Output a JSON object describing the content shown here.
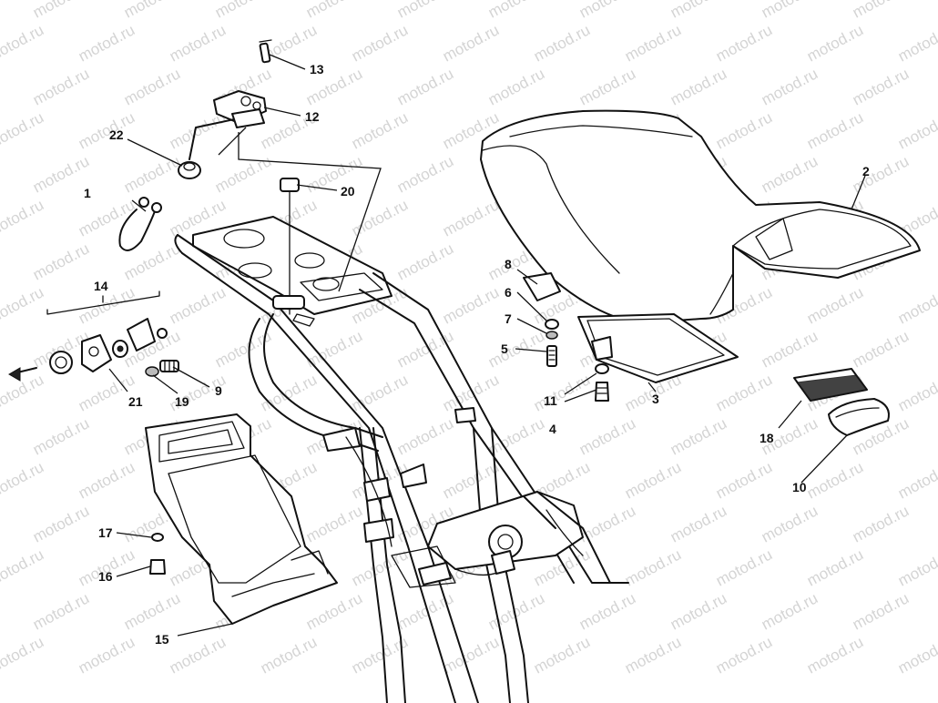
{
  "watermark": "motod.ru",
  "callouts": [
    {
      "id": "c1",
      "label": "1"
    },
    {
      "id": "c2",
      "label": "2"
    },
    {
      "id": "c3",
      "label": "3"
    },
    {
      "id": "c4",
      "label": "4"
    },
    {
      "id": "c5",
      "label": "5"
    },
    {
      "id": "c6",
      "label": "6"
    },
    {
      "id": "c7",
      "label": "7"
    },
    {
      "id": "c8",
      "label": "8"
    },
    {
      "id": "c9",
      "label": "9"
    },
    {
      "id": "c10",
      "label": "10"
    },
    {
      "id": "c11",
      "label": "11"
    },
    {
      "id": "c12",
      "label": "12"
    },
    {
      "id": "c13",
      "label": "13"
    },
    {
      "id": "c14",
      "label": "14"
    },
    {
      "id": "c15",
      "label": "15"
    },
    {
      "id": "c16",
      "label": "16"
    },
    {
      "id": "c17",
      "label": "17"
    },
    {
      "id": "c18",
      "label": "18"
    },
    {
      "id": "c19",
      "label": "19"
    },
    {
      "id": "c20",
      "label": "20"
    },
    {
      "id": "c21",
      "label": "21"
    },
    {
      "id": "c22",
      "label": "22"
    }
  ]
}
